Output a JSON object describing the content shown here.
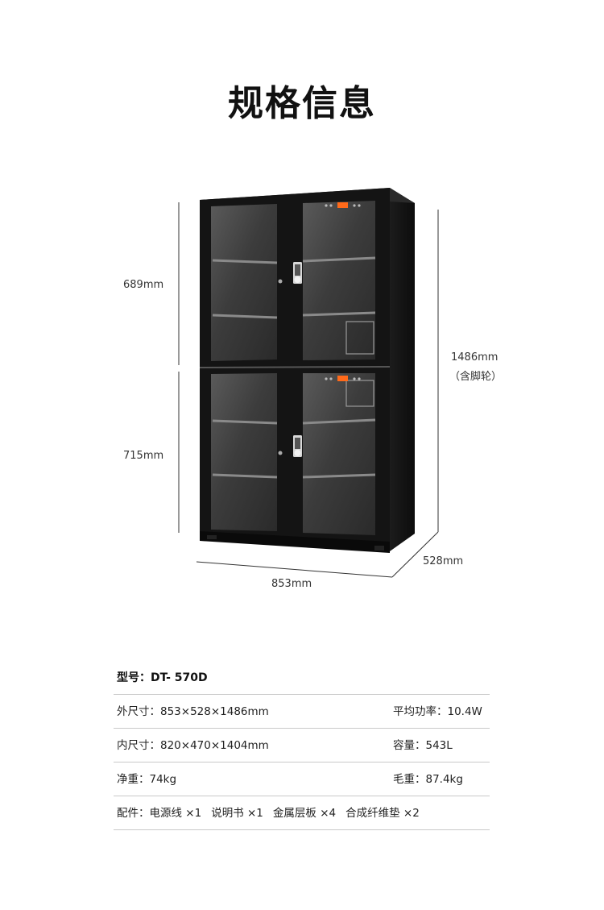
{
  "title": "规格信息",
  "dimensions": {
    "upper_height": "689mm",
    "lower_height": "715mm",
    "total_height": "1486mm",
    "total_height_note": "（含脚轮）",
    "depth": "528mm",
    "width": "853mm"
  },
  "specs": {
    "model_label": "型号：",
    "model_value": "DT- 570D",
    "rows": [
      {
        "left_label": "外尺寸：",
        "left_value": "853×528×1486mm",
        "right_label": "平均功率：",
        "right_value": "10.4W"
      },
      {
        "left_label": "内尺寸：",
        "left_value": "820×470×1404mm",
        "right_label": "容量：",
        "right_value": "543L"
      },
      {
        "left_label": "净重：",
        "left_value": "74kg",
        "right_label": "毛重：",
        "right_value": "87.4kg"
      }
    ],
    "accessories_label": "配件：",
    "accessories": [
      "电源线 ×1",
      "说明书 ×1",
      "金属层板 ×4",
      "合成纤维垫 ×2"
    ]
  },
  "colors": {
    "cabinet_body": "#141414",
    "glass": "#3a3a3a",
    "display_digits": "#ff6a1a",
    "divider": "#c8c8c8"
  }
}
